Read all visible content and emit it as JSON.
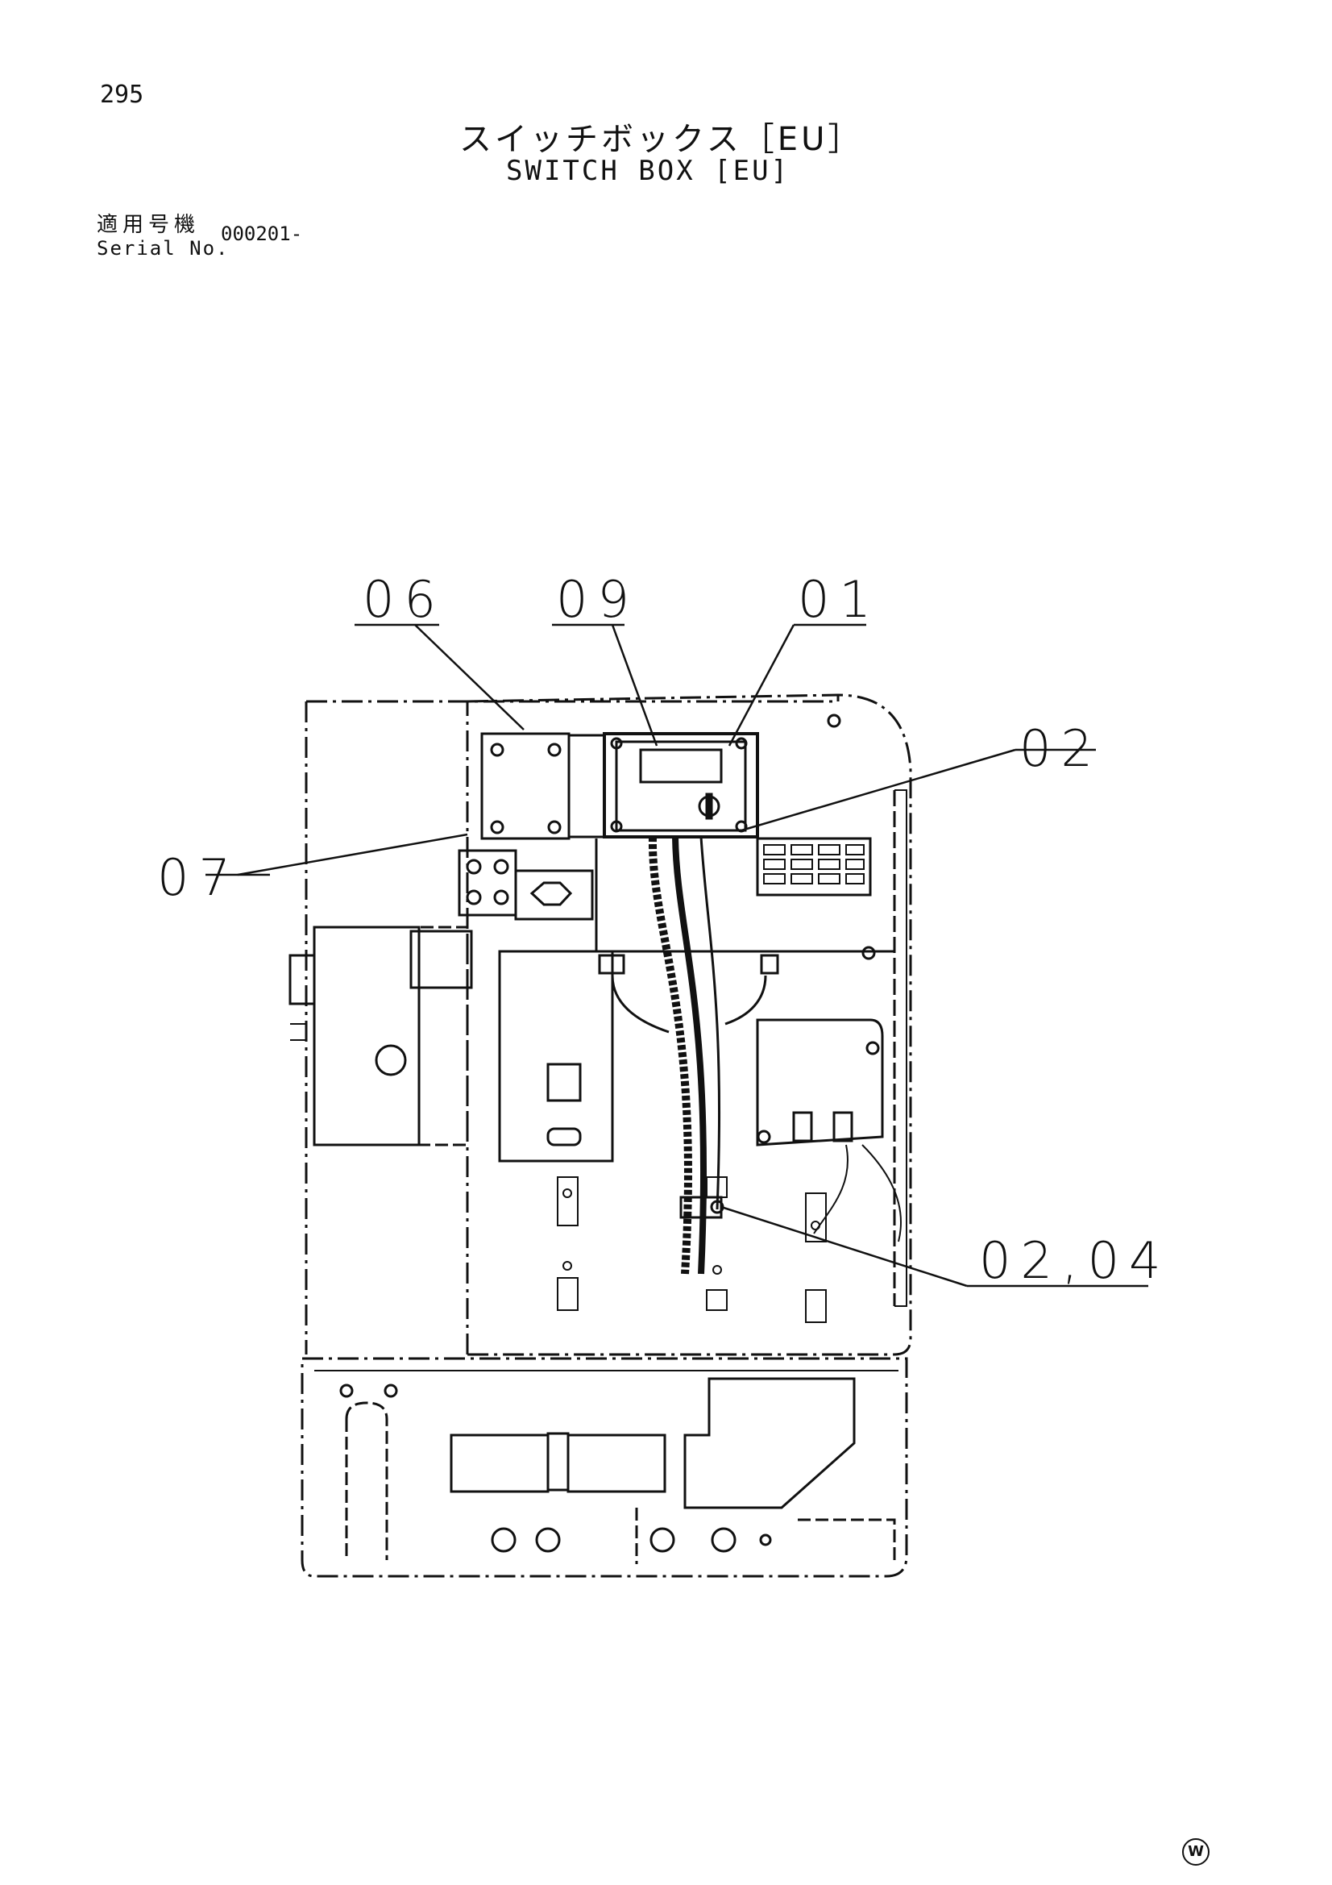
{
  "header": {
    "page_number": "295",
    "title_ja": "スイッチボックス［EU］",
    "title_en": "SWITCH BOX [EU]",
    "serial_label_ja": "適用号機",
    "serial_label_en": "Serial No.",
    "serial_value": "000201-"
  },
  "callouts": [
    "06",
    "09",
    "01",
    "02",
    "07",
    "02,04"
  ],
  "footer": {
    "manufacturer_mark": "W"
  }
}
